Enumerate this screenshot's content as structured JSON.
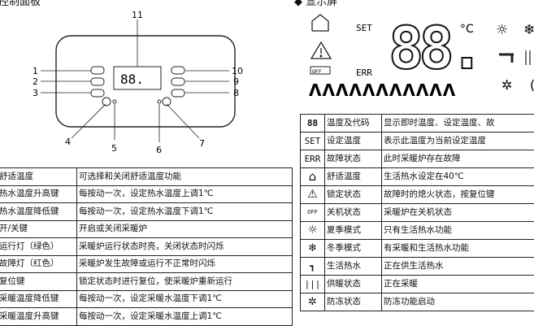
{
  "left_heading": "控制面板",
  "right_heading": "显示屏",
  "panel": {
    "callouts": [
      "1",
      "2",
      "3",
      "4",
      "5",
      "6",
      "7",
      "8",
      "9",
      "10",
      "11"
    ],
    "display_digits": "88."
  },
  "lcd": {
    "set_label": "SET",
    "err_label": "ERR",
    "off_label": "OFF",
    "big_digits": "88.",
    "unit": "°C",
    "flames": "ΛΛΛΛΛΛΛΛΛΛΛ"
  },
  "left_table": [
    [
      "舒适温度",
      "可选择和关闭舒适温度功能"
    ],
    [
      "热水温度升高键",
      "每按动一次，设定热水温度上调1℃"
    ],
    [
      "热水温度降低键",
      "每按动一次，设定热水温度下调1℃"
    ],
    [
      "开/关键",
      "开启或关闭采暖炉"
    ],
    [
      "运行灯（绿色）",
      "采暖炉运行状态时亮，关闭状态时闪烁"
    ],
    [
      "故障灯（红色）",
      "采暖炉发生故障或运行不正常时闪烁"
    ],
    [
      "复位键",
      "锁定状态时进行复位，使采暖炉重新运行"
    ],
    [
      "采暖温度降低键",
      "每按动一次，设定采暖水温度下调1℃"
    ],
    [
      "采暖温度升高键",
      "每按动一次，设定采暖水温度上调1℃"
    ]
  ],
  "right_table": [
    {
      "icon": "88",
      "name": "温度及代码",
      "desc": "显示即时温度、设定温度、故"
    },
    {
      "icon": "SET",
      "name": "设定温度",
      "desc": "表示此温度为当前设定温度"
    },
    {
      "icon": "ERR",
      "name": "故障状态",
      "desc": "此时采暖炉存在故障"
    },
    {
      "icon": "⌂",
      "name": "舒适温度",
      "desc": "生活热水设定在40℃"
    },
    {
      "icon": "⚠",
      "name": "锁定状态",
      "desc": "故障时的熄火状态，按复位键"
    },
    {
      "icon": "OFF",
      "name": "关机状态",
      "desc": "采暖炉在关机状态"
    },
    {
      "icon": "☼",
      "name": "夏季模式",
      "desc": "只有生活热水功能"
    },
    {
      "icon": "❄",
      "name": "冬季模式",
      "desc": "有采暖和生活热水功能"
    },
    {
      "icon": "┓",
      "name": "生活热水",
      "desc": "正在供生活热水"
    },
    {
      "icon": "|||",
      "name": "供暖状态",
      "desc": "正在采暖"
    },
    {
      "icon": "✲",
      "name": "防冻状态",
      "desc": "防冻功能启动"
    }
  ]
}
